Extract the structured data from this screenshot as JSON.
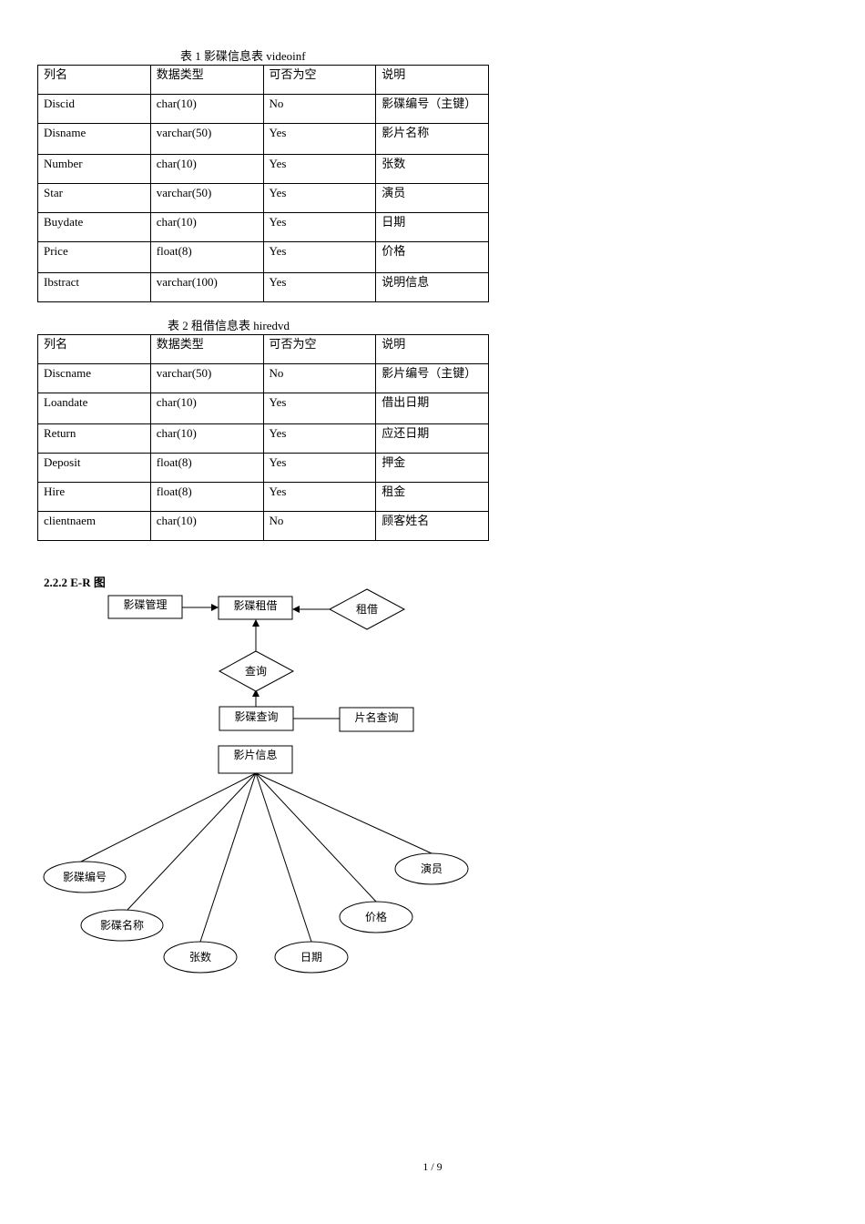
{
  "table1": {
    "caption": "表 1 影碟信息表 videoinf",
    "header": [
      "列名",
      "数据类型",
      "可否为空",
      "说明"
    ],
    "rows": [
      [
        "Discid",
        "char(10)",
        "No",
        "影碟编号（主键）"
      ],
      [
        "Disname",
        "varchar(50)",
        "Yes",
        "影片名称"
      ],
      [
        "Number",
        "char(10)",
        "Yes",
        "张数"
      ],
      [
        "Star",
        "varchar(50)",
        "Yes",
        "演员"
      ],
      [
        "Buydate",
        "char(10)",
        "Yes",
        "日期"
      ],
      [
        "Price",
        "float(8)",
        "Yes",
        "价格"
      ],
      [
        "Ibstract",
        "varchar(100)",
        "Yes",
        "说明信息"
      ]
    ]
  },
  "table2": {
    "caption": "表 2 租借信息表 hiredvd",
    "header": [
      "列名",
      "数据类型",
      "可否为空",
      "说明"
    ],
    "rows": [
      [
        "Discname",
        "varchar(50)",
        "No",
        "影片编号（主键）"
      ],
      [
        "Loandate",
        "char(10)",
        "Yes",
        "借出日期"
      ],
      [
        "Return",
        "char(10)",
        "Yes",
        "应还日期"
      ],
      [
        "Deposit",
        "float(8)",
        "Yes",
        "押金"
      ],
      [
        "Hire",
        "float(8)",
        "Yes",
        "租金"
      ],
      [
        "clientnaem",
        "char(10)",
        "No",
        "顾客姓名"
      ]
    ]
  },
  "section": {
    "heading": "2.2.2  E-R 图"
  },
  "er": {
    "disc_management": "影碟管理",
    "disc_rental": "影碟租借",
    "rent": "租借",
    "query": "查询",
    "disc_query": "影碟查询",
    "title_query": "片名查询",
    "film_info": "影片信息",
    "attributes": {
      "disc_id": "影碟编号",
      "disc_name": "影碟名称",
      "count": "张数",
      "date": "日期",
      "price": "价格",
      "actor": "演员"
    }
  },
  "footer": {
    "page": "1 / 9"
  }
}
